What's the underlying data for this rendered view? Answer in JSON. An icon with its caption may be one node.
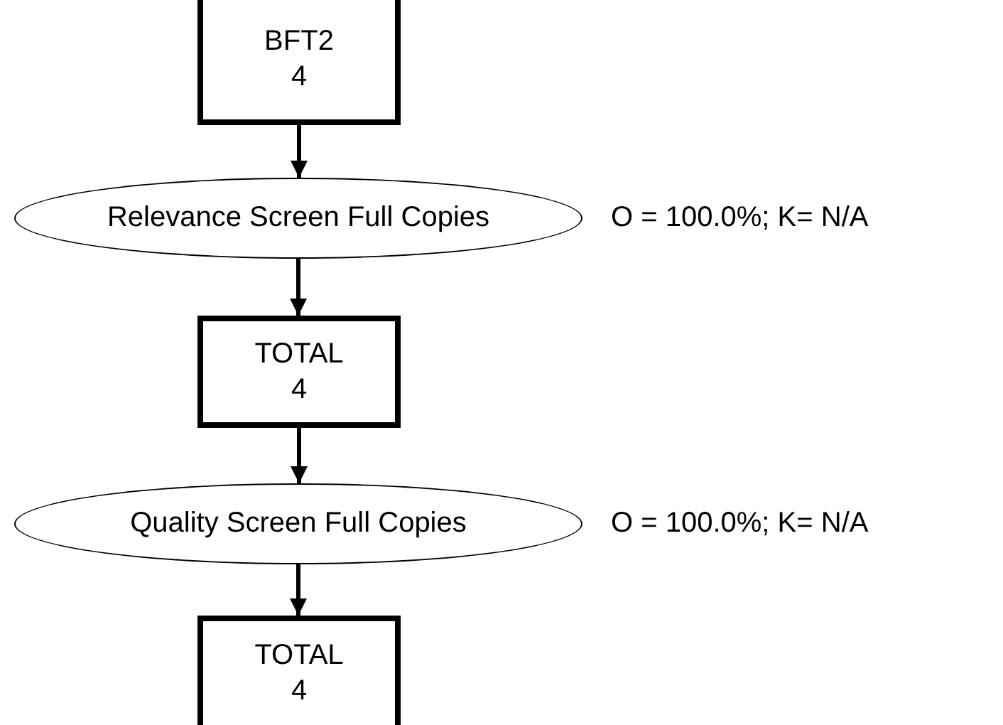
{
  "diagram": {
    "nodes": [
      {
        "text": [
          "BFT2",
          "4"
        ]
      },
      {
        "text": [
          "Relevance Screen Full Copies"
        ],
        "beside": [
          "O = 100.0%; K= N/A"
        ]
      },
      {
        "text": [
          "TOTAL",
          "4"
        ]
      },
      {
        "text": [
          "Quality Screen Full Copies"
        ],
        "beside": [
          "O = 100.0%; K= N/A"
        ]
      },
      {
        "text": [
          "TOTAL",
          "4"
        ]
      }
    ],
    "edges": [
      {
        "from": 0,
        "to": 1,
        "arrow": "to"
      },
      {
        "from": 1,
        "to": 2,
        "arrow": "to"
      },
      {
        "from": 2,
        "to": 3,
        "arrow": "to"
      },
      {
        "from": 3,
        "to": 4,
        "arrow": "to"
      }
    ]
  }
}
